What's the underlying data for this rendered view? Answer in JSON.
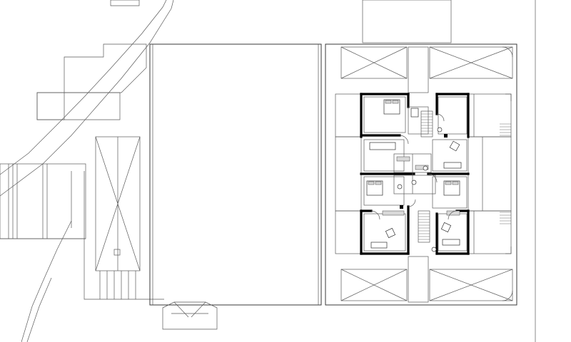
{
  "drawing": {
    "type": "architectural floor plan",
    "colors": {
      "background": "#ffffff",
      "linework": "#5a5a5a",
      "walls": "#000000"
    },
    "rooms": [
      {
        "id": "bedroom-nw"
      },
      {
        "id": "bedroom-ne"
      },
      {
        "id": "living-w"
      },
      {
        "id": "living-e"
      },
      {
        "id": "bedroom-sw"
      },
      {
        "id": "bedroom-se"
      },
      {
        "id": "living-sw"
      },
      {
        "id": "living-se"
      },
      {
        "id": "stair-n"
      },
      {
        "id": "stair-s"
      }
    ]
  }
}
